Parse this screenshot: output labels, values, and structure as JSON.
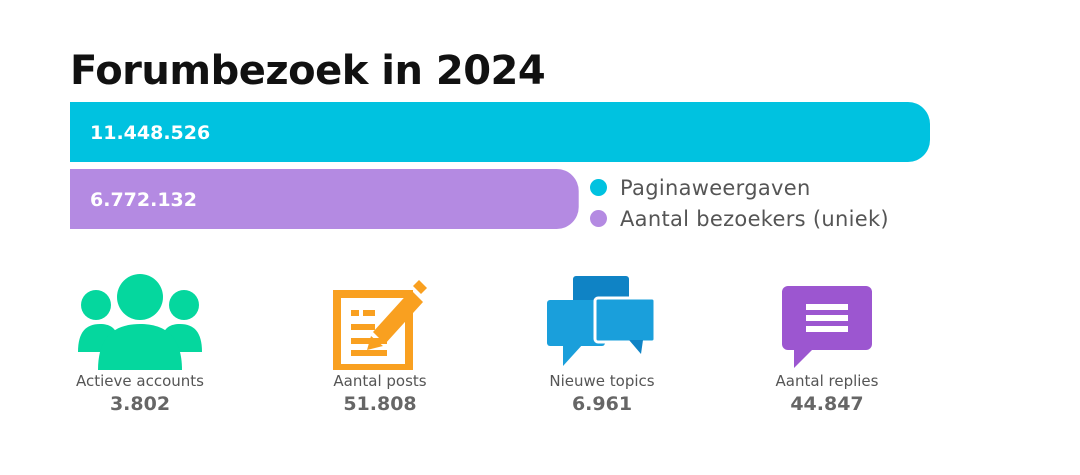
{
  "colors": {
    "pageviews": "#00C2E0",
    "visitors": "#B48AE2",
    "accounts_icon": "#05D79E",
    "posts_icon": "#F9A020",
    "topics_icon_light": "#1A9FDB",
    "topics_icon_dark": "#0F83C5",
    "replies_icon": "#9C56D0"
  },
  "chart_data": {
    "type": "bar",
    "orientation": "horizontal",
    "title": "Forumbezoek in 2024",
    "series": [
      {
        "name": "Paginaweergaven",
        "value": 11448526,
        "label": "11.448.526",
        "color": "#00C2E0"
      },
      {
        "name": "Aantal bezoekers (uniek)",
        "value": 6772132,
        "label": "6.772.132",
        "color": "#B48AE2"
      }
    ],
    "legend_position": "right",
    "grid": false
  },
  "legend": [
    {
      "label": "Paginaweergaven",
      "color": "#00C2E0"
    },
    {
      "label": "Aantal bezoekers (uniek)",
      "color": "#B48AE2"
    }
  ],
  "stats": [
    {
      "label": "Actieve accounts",
      "value": "3.802",
      "icon": "users-icon"
    },
    {
      "label": "Aantal posts",
      "value": "51.808",
      "icon": "document-edit-icon"
    },
    {
      "label": "Nieuwe topics",
      "value": "6.961",
      "icon": "chat-bubbles-icon"
    },
    {
      "label": "Aantal replies",
      "value": "44.847",
      "icon": "message-icon"
    }
  ]
}
